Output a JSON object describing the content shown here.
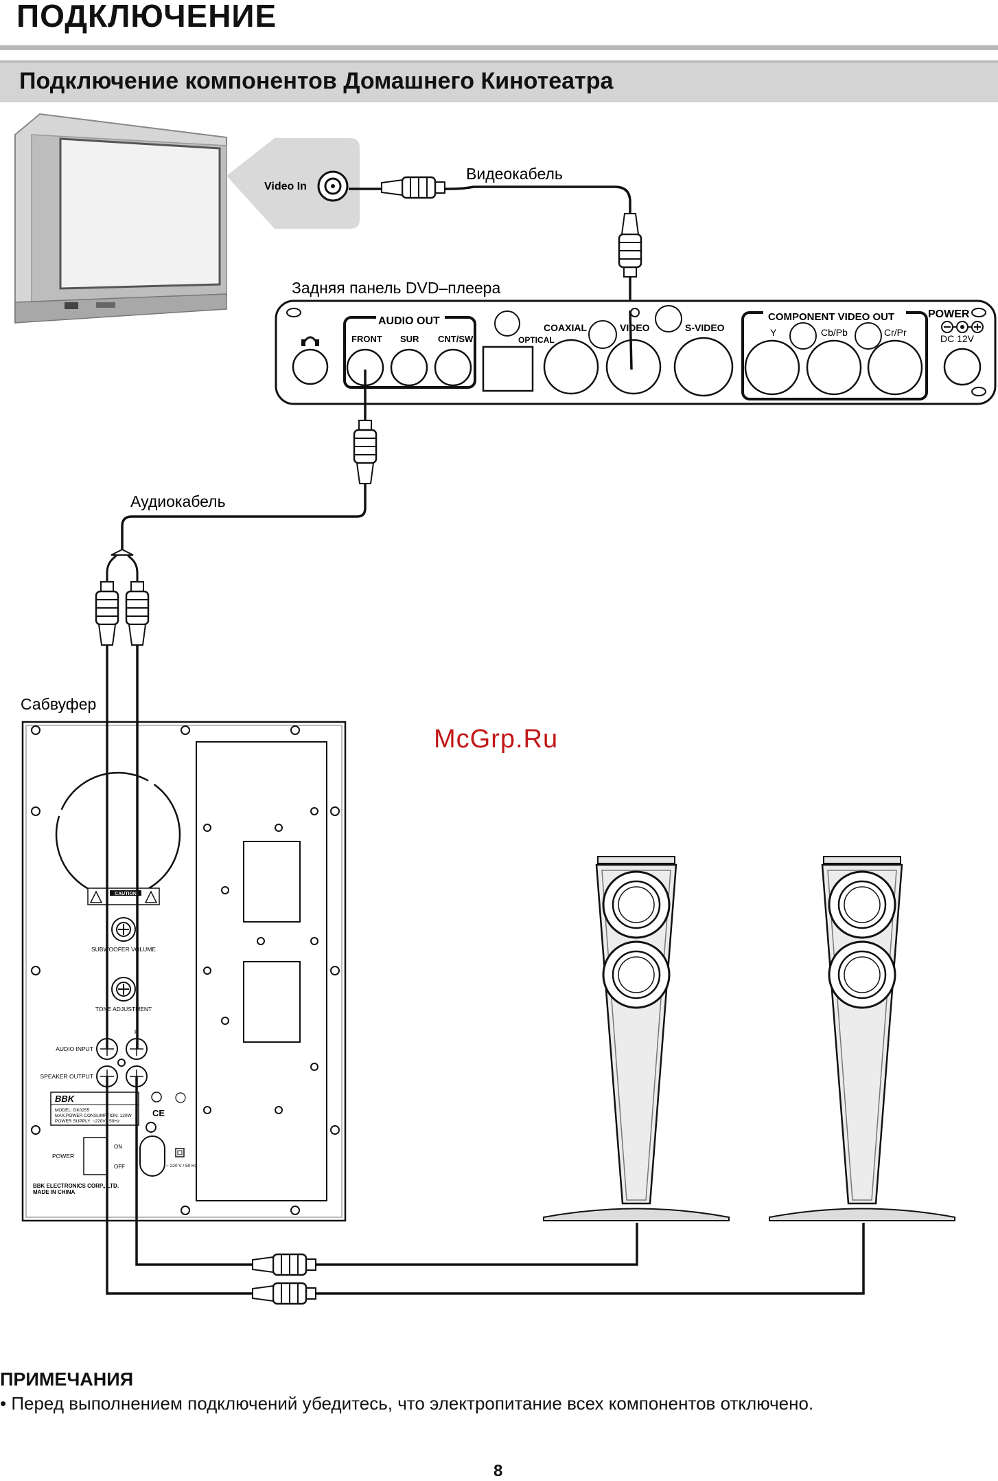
{
  "header": {
    "title": "ПОДКЛЮЧЕНИЕ",
    "subtitle": "Подключение компонентов Домашнего Кинотеатра"
  },
  "diagram": {
    "tv_video_in": "Video In",
    "video_cable": "Видеокабель",
    "dvd_panel_label": "Задняя панель DVD–плеера",
    "audio_cable": "Аудиокабель",
    "subwoofer": "Сабвуфер",
    "dvd": {
      "audio_out": "AUDIO OUT",
      "front": "FRONT",
      "sur": "SUR",
      "cnt_sw": "CNT/SW",
      "optical": "OPTICAL",
      "coaxial": "COAXIAL",
      "video": "VIDEO",
      "s_video": "S-VIDEO",
      "component": "COMPONENT VIDEO OUT",
      "y": "Y",
      "cb": "Cb/Pb",
      "cr": "Cr/Pr",
      "power": "POWER",
      "dc": "DC 12V"
    },
    "sub": {
      "caution": "CAUTION",
      "volume": "SUBWOOFER VOLUME",
      "tone": "TONE ADJUSTMENT",
      "r": "R",
      "audio_input": "AUDIO INPUT",
      "speaker_output": "SPEAKER OUTPUT",
      "brand": "BBK",
      "model": "MODEL: DK0255",
      "consumption": "MAX.POWER CONSUMPTION: 120W",
      "supply": "POWER SUPPLY: ~220V / 50Hz",
      "power": "POWER",
      "on": "ON",
      "off": "OFF",
      "mains": "~ 220 V / 50 Hz",
      "maker": "BBK ELECTRONICS CORP., LTD.",
      "made_in": "MADE IN CHINA"
    }
  },
  "watermark": "McGrp.Ru",
  "notes": {
    "heading": "ПРИМЕЧАНИЯ",
    "items": [
      "• Перед выполнением подключений убедитесь, что электропитание всех компонентов отключено."
    ]
  },
  "page_number": "8"
}
